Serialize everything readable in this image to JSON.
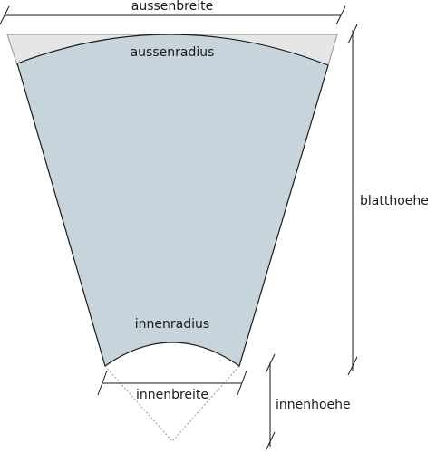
{
  "labels": {
    "outer_width": "aussenbreite",
    "outer_radius": "aussenradius",
    "blade_height": "blatthoehe",
    "inner_radius": "innenradius",
    "inner_width": "innenbreite",
    "inner_height": "innenhoehe"
  },
  "colors": {
    "blade_fill": "#c8d4dc",
    "trapezoid_fill": "#e6e6e6",
    "trapezoid_stroke": "#a0a0a0",
    "line": "#1a1a1a",
    "dotted": "#999999"
  }
}
